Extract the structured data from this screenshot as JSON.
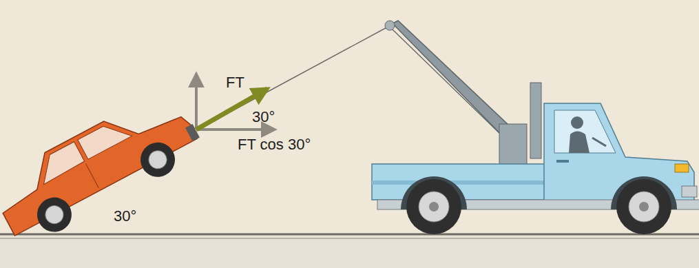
{
  "diagram": {
    "labels": [
      "FT",
      "30°",
      "FT cos 30°",
      "30°"
    ]
  }
}
